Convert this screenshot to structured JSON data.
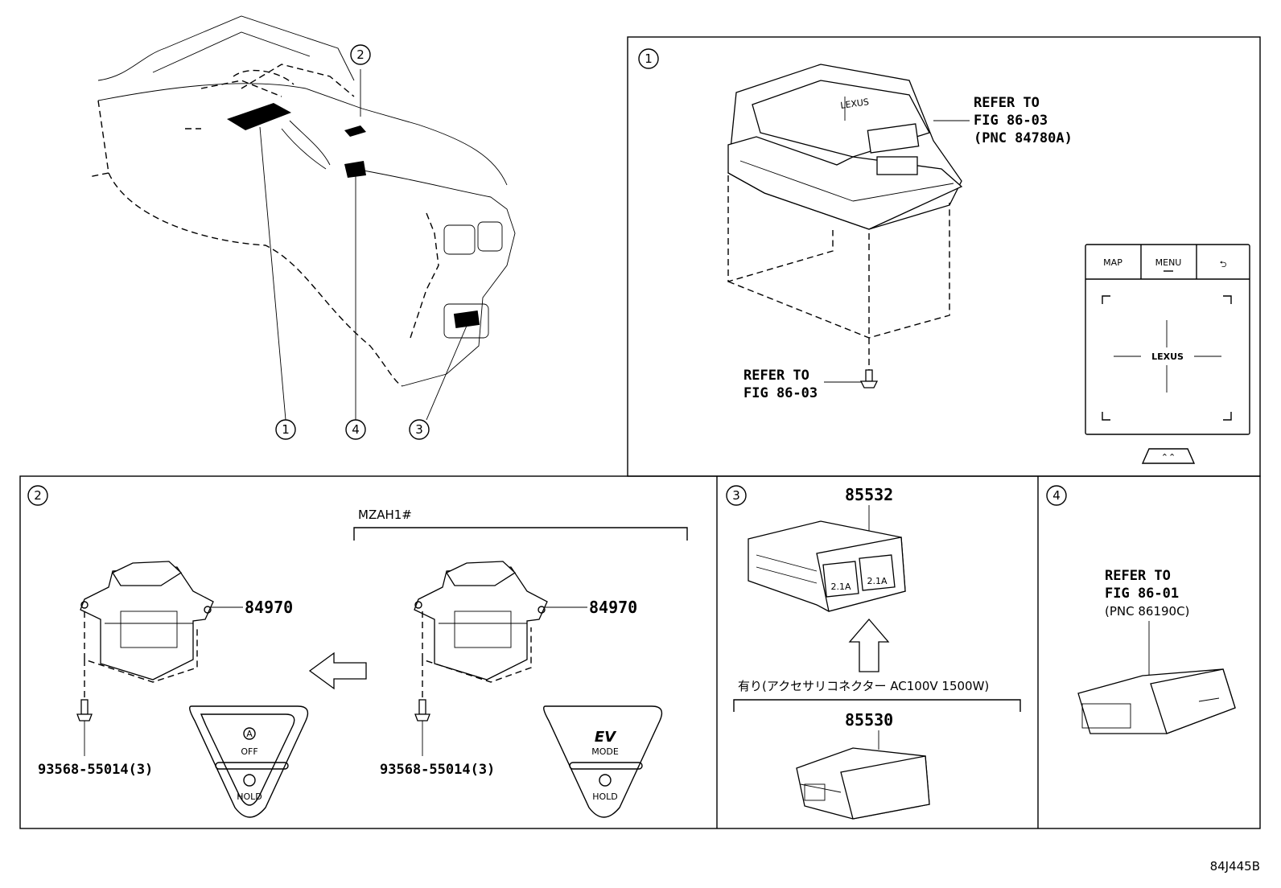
{
  "overview": {
    "callouts": [
      "1",
      "4",
      "3",
      "2"
    ]
  },
  "panel1": {
    "id": "1",
    "refer_top": [
      "REFER TO",
      "FIG 86-03",
      "(PNC 84780A)"
    ],
    "refer_bottom": [
      "REFER TO",
      "FIG 86-03"
    ],
    "remote": {
      "btn_map": "MAP",
      "btn_menu": "MENU",
      "btn_back": "⮌",
      "logo": "LEXUS",
      "btn_up": "⌃⌃"
    }
  },
  "panel2": {
    "id": "2",
    "variant_label": "MZAH1#",
    "left_part": "84970",
    "right_part": "84970",
    "left_screw": "93568-55014(3)",
    "right_screw": "93568-55014(3)",
    "left_face": {
      "top_icon": "A",
      "top": "OFF",
      "bottom": "HOLD"
    },
    "right_face": {
      "top_icon": "EV",
      "top": "MODE",
      "bottom": "HOLD"
    }
  },
  "panel3": {
    "id": "3",
    "part_top": "85532",
    "socket_a": "2.1A",
    "socket_b": "2.1A",
    "condition": "有り(アクセサリコネクター AC100V 1500W)",
    "part_bottom": "85530"
  },
  "panel4": {
    "id": "4",
    "refer": [
      "REFER TO",
      "FIG 86-01",
      "(PNC 86190C)"
    ]
  },
  "footer_code": "84J445B"
}
